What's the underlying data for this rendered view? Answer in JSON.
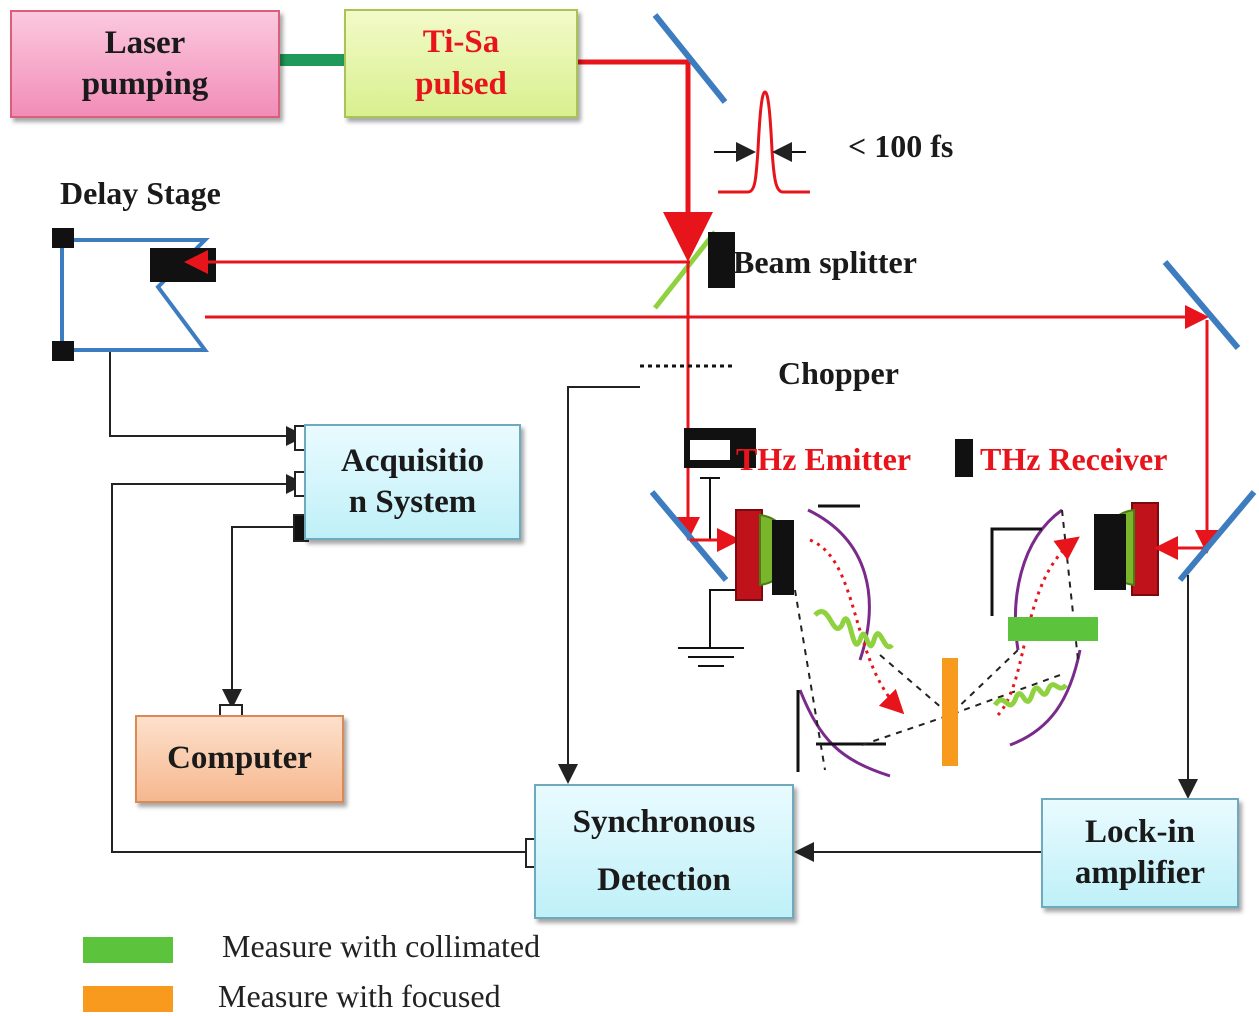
{
  "boxes": {
    "laser": {
      "line1": "Laser",
      "line2": "pumping"
    },
    "tisa": {
      "line1": "Ti-Sa",
      "line2": "pulsed"
    },
    "acquisition": {
      "line1": "Acquisitio",
      "line2": "n System"
    },
    "computer": "Computer",
    "sync": {
      "line1": "Synchronous",
      "line2": "Detection"
    },
    "lockin": {
      "line1": "Lock-in",
      "line2": "amplifier"
    }
  },
  "labels": {
    "pulse_width": "< 100 fs",
    "delay_stage": "Delay Stage",
    "beam_splitter": "Beam splitter",
    "chopper": "Chopper",
    "thz_emitter": "THz Emitter",
    "thz_receiver": "THz Receiver"
  },
  "legend": [
    {
      "text": "Measure with collimated",
      "color": "#5cc43c"
    },
    {
      "text": "Measure with focused",
      "color": "#f79a1e"
    }
  ],
  "colors": {
    "laser_beam": "#e8141b",
    "mirror": "#3e7cc0",
    "parabolic_mirror": "#7a2a8a",
    "thz_wave": "#8fd13f",
    "sample_collimated": "#5cc43c",
    "sample_focused": "#f79a1e",
    "fiber_link": "#1f9a5a"
  }
}
